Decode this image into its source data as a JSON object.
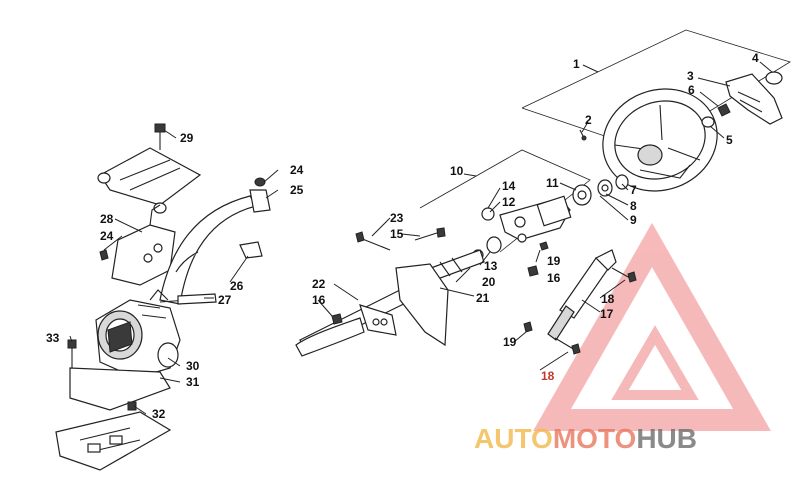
{
  "callouts": [
    {
      "id": "c1",
      "text": "1"
    },
    {
      "id": "c2",
      "text": "2"
    },
    {
      "id": "c3",
      "text": "3"
    },
    {
      "id": "c4",
      "text": "4"
    },
    {
      "id": "c5",
      "text": "5"
    },
    {
      "id": "c6",
      "text": "6"
    },
    {
      "id": "c7",
      "text": "7"
    },
    {
      "id": "c8",
      "text": "8"
    },
    {
      "id": "c9",
      "text": "9"
    },
    {
      "id": "c10",
      "text": "10"
    },
    {
      "id": "c11",
      "text": "11"
    },
    {
      "id": "c12",
      "text": "12"
    },
    {
      "id": "c13",
      "text": "13"
    },
    {
      "id": "c14",
      "text": "14"
    },
    {
      "id": "c15",
      "text": "15"
    },
    {
      "id": "c16a",
      "text": "16"
    },
    {
      "id": "c16b",
      "text": "16"
    },
    {
      "id": "c17",
      "text": "17"
    },
    {
      "id": "c18a",
      "text": "18"
    },
    {
      "id": "c18b",
      "text": "18"
    },
    {
      "id": "c19a",
      "text": "19"
    },
    {
      "id": "c19b",
      "text": "19"
    },
    {
      "id": "c20",
      "text": "20"
    },
    {
      "id": "c21",
      "text": "21"
    },
    {
      "id": "c22",
      "text": "22"
    },
    {
      "id": "c23",
      "text": "23"
    },
    {
      "id": "c24a",
      "text": "24"
    },
    {
      "id": "c24b",
      "text": "24"
    },
    {
      "id": "c25",
      "text": "25"
    },
    {
      "id": "c26",
      "text": "26"
    },
    {
      "id": "c27",
      "text": "27"
    },
    {
      "id": "c28",
      "text": "28"
    },
    {
      "id": "c29",
      "text": "29"
    },
    {
      "id": "c30",
      "text": "30"
    },
    {
      "id": "c31",
      "text": "31"
    },
    {
      "id": "c32",
      "text": "32"
    },
    {
      "id": "c33",
      "text": "33"
    }
  ],
  "watermark": {
    "part1": "AUTO",
    "part2": "MOTO",
    "part3": "HUB",
    "color_auto": "#f2b84a",
    "color_moto": "#e8775e",
    "color_hub": "#6e6e6e",
    "triangle_color": "#f08080"
  }
}
